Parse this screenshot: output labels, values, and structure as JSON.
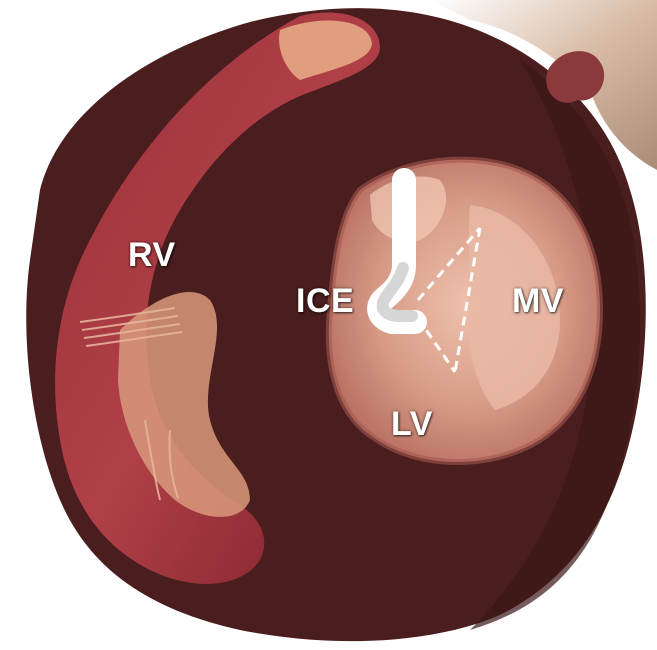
{
  "labels": {
    "rv": "RV",
    "ice": "ICE",
    "mv": "MV",
    "lv": "LV"
  },
  "colors": {
    "background": "#ffffff",
    "myocardium": "#4a1e1e",
    "myocardium_dark": "#3b1616",
    "rv_tissue": "#8e2a32",
    "lv_cavity": "#d49a86",
    "lv_cavity_light": "#e8b7a4",
    "skin": "#caa992",
    "catheter_body": "#7a7a7a",
    "catheter_outline": "#ffffff",
    "label_text": "#ffffff"
  }
}
